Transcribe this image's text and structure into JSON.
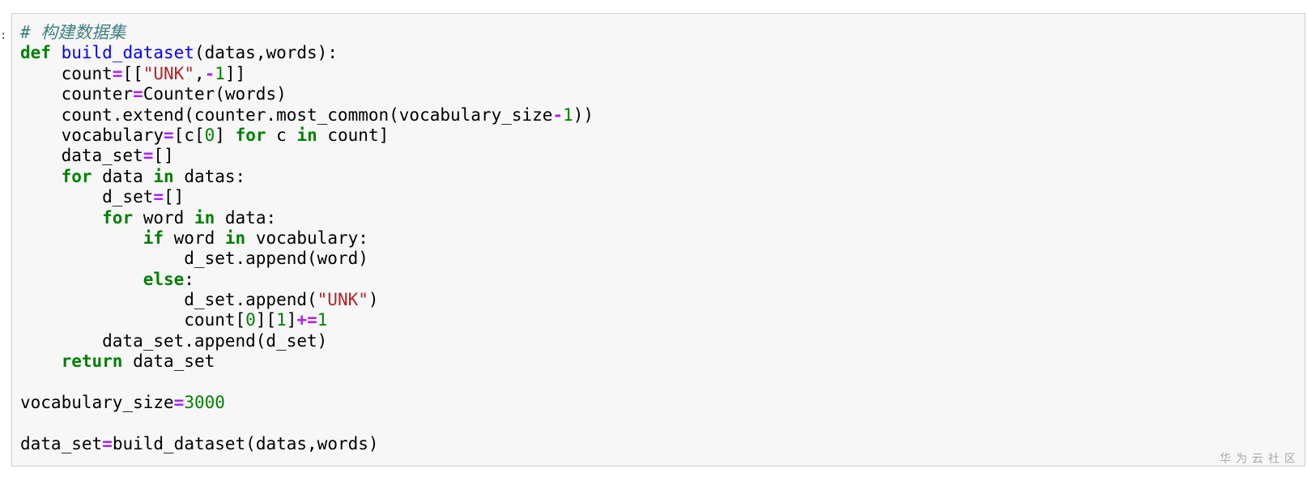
{
  "prompt_marker": ":",
  "code_lines": [
    [
      {
        "t": "# 构建数据集",
        "c": "cm"
      }
    ],
    [
      {
        "t": "def",
        "c": "kw"
      },
      {
        "t": " "
      },
      {
        "t": "build_dataset",
        "c": "fn"
      },
      {
        "t": "(datas,words):"
      }
    ],
    [
      {
        "t": "    count"
      },
      {
        "t": "=",
        "c": "op"
      },
      {
        "t": "[["
      },
      {
        "t": "\"UNK\"",
        "c": "str"
      },
      {
        "t": ","
      },
      {
        "t": "-",
        "c": "op"
      },
      {
        "t": "1",
        "c": "num"
      },
      {
        "t": "]]"
      }
    ],
    [
      {
        "t": "    counter"
      },
      {
        "t": "=",
        "c": "op"
      },
      {
        "t": "Counter(words)"
      }
    ],
    [
      {
        "t": "    count.extend(counter.most_common(vocabulary_size"
      },
      {
        "t": "-",
        "c": "op"
      },
      {
        "t": "1",
        "c": "num"
      },
      {
        "t": "))"
      }
    ],
    [
      {
        "t": "    vocabulary"
      },
      {
        "t": "=",
        "c": "op"
      },
      {
        "t": "[c["
      },
      {
        "t": "0",
        "c": "num"
      },
      {
        "t": "] "
      },
      {
        "t": "for",
        "c": "kw"
      },
      {
        "t": " c "
      },
      {
        "t": "in",
        "c": "kw"
      },
      {
        "t": " count]"
      }
    ],
    [
      {
        "t": "    data_set"
      },
      {
        "t": "=",
        "c": "op"
      },
      {
        "t": "[]"
      }
    ],
    [
      {
        "t": "    "
      },
      {
        "t": "for",
        "c": "kw"
      },
      {
        "t": " data "
      },
      {
        "t": "in",
        "c": "kw"
      },
      {
        "t": " datas:"
      }
    ],
    [
      {
        "t": "        d_set"
      },
      {
        "t": "=",
        "c": "op"
      },
      {
        "t": "[]"
      }
    ],
    [
      {
        "t": "        "
      },
      {
        "t": "for",
        "c": "kw"
      },
      {
        "t": " word "
      },
      {
        "t": "in",
        "c": "kw"
      },
      {
        "t": " data:"
      }
    ],
    [
      {
        "t": "            "
      },
      {
        "t": "if",
        "c": "kw"
      },
      {
        "t": " word "
      },
      {
        "t": "in",
        "c": "kw"
      },
      {
        "t": " vocabulary:"
      }
    ],
    [
      {
        "t": "                d_set.append(word)"
      }
    ],
    [
      {
        "t": "            "
      },
      {
        "t": "else",
        "c": "kw"
      },
      {
        "t": ":"
      }
    ],
    [
      {
        "t": "                d_set.append("
      },
      {
        "t": "\"UNK\"",
        "c": "str"
      },
      {
        "t": ")"
      }
    ],
    [
      {
        "t": "                count["
      },
      {
        "t": "0",
        "c": "num"
      },
      {
        "t": "]["
      },
      {
        "t": "1",
        "c": "num"
      },
      {
        "t": "]"
      },
      {
        "t": "+=",
        "c": "op"
      },
      {
        "t": "1",
        "c": "num"
      }
    ],
    [
      {
        "t": "        data_set.append(d_set)"
      }
    ],
    [
      {
        "t": "    "
      },
      {
        "t": "return",
        "c": "kw"
      },
      {
        "t": " data_set"
      }
    ],
    [],
    [
      {
        "t": "vocabulary_size"
      },
      {
        "t": "=",
        "c": "op"
      },
      {
        "t": "3000",
        "c": "num"
      }
    ],
    [],
    [
      {
        "t": "data_set"
      },
      {
        "t": "=",
        "c": "op"
      },
      {
        "t": "build_dataset(datas,words)"
      }
    ]
  ],
  "watermark": "华为云社区",
  "colors": {
    "keyword": "#008000",
    "function_name": "#0000ff",
    "operator": "#aa22ff",
    "number": "#008000",
    "string": "#ba2121",
    "comment": "#408080",
    "cell_background": "#f7f7f7",
    "cell_border": "#cfcfcf"
  }
}
